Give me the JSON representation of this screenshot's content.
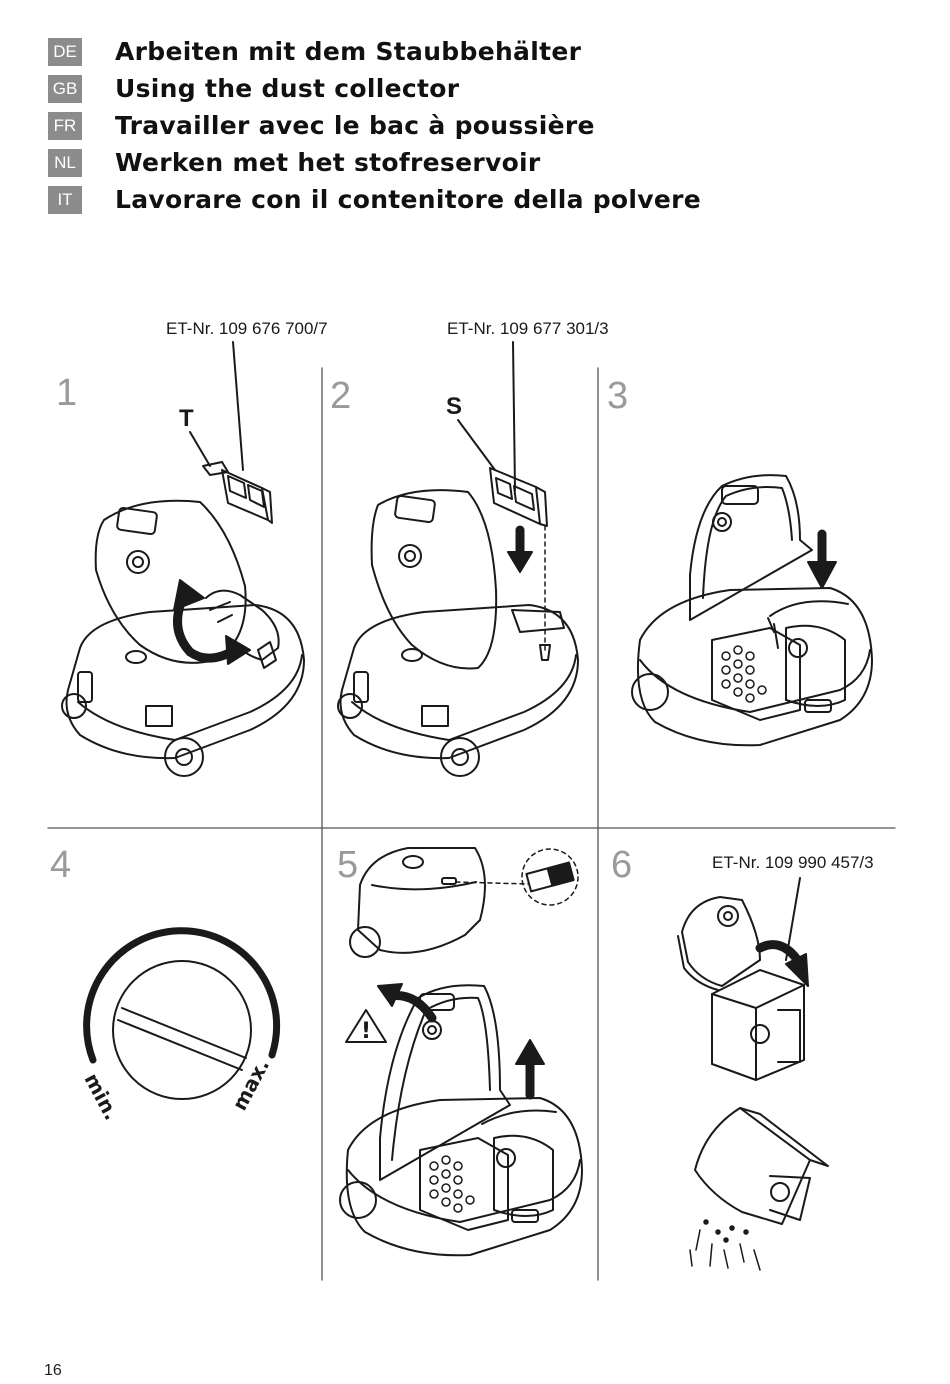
{
  "header": {
    "languages": [
      {
        "code": "DE",
        "title": "Arbeiten mit dem Staubbehälter"
      },
      {
        "code": "GB",
        "title": "Using the dust collector"
      },
      {
        "code": "FR",
        "title": "Travailler avec le bac à poussière"
      },
      {
        "code": "NL",
        "title": "Werken met het stofreservoir"
      },
      {
        "code": "IT",
        "title": "Lavorare con il contenitore della polvere"
      }
    ]
  },
  "steps": {
    "step1": {
      "number": "1",
      "part_no": "ET-Nr. 109 676 700/7",
      "callout": "T"
    },
    "step2": {
      "number": "2",
      "part_no": "ET-Nr. 109 677 301/3",
      "callout": "S"
    },
    "step3": {
      "number": "3"
    },
    "step4": {
      "number": "4",
      "gauge_min": "min.",
      "gauge_max": "max."
    },
    "step5": {
      "number": "5",
      "warning": "!"
    },
    "step6": {
      "number": "6",
      "part_no": "ET-Nr. 109 990 457/3"
    }
  },
  "footer": {
    "page_number": "16"
  },
  "colors": {
    "badge": "#8c8c8c",
    "step_number": "#9a9a9a",
    "line": "#1a1a1a"
  }
}
